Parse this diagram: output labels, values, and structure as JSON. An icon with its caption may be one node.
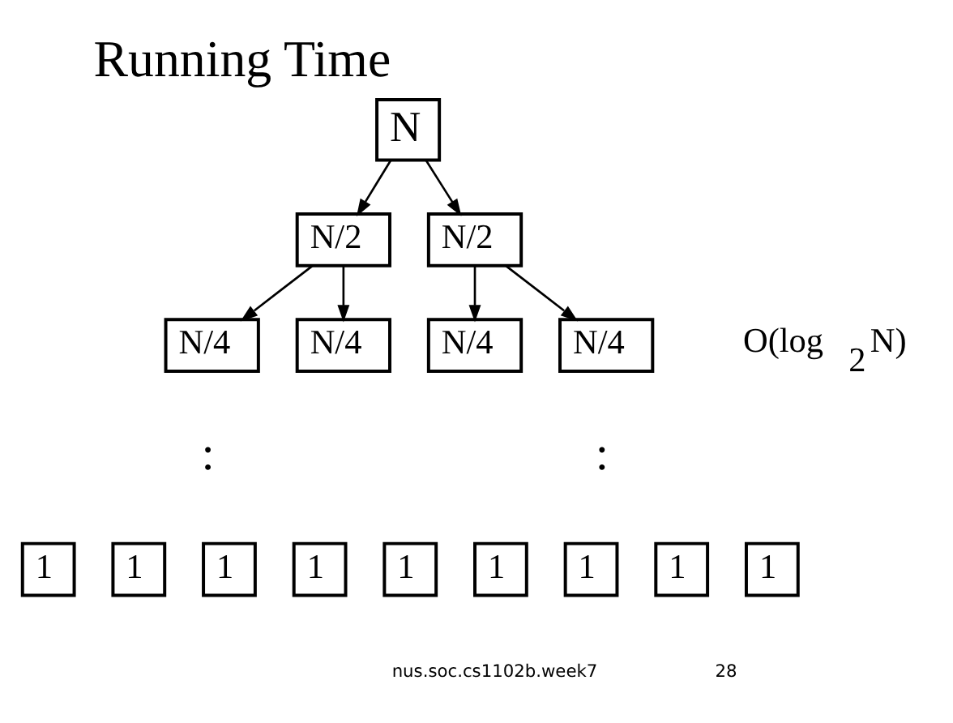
{
  "diagram": {
    "title": "Running Time",
    "nodes": [
      {
        "text": [
          "N"
        ]
      },
      {
        "text": [
          "N/2"
        ]
      },
      {
        "text": [
          "N/2"
        ]
      },
      {
        "text": [
          "N/4"
        ]
      },
      {
        "text": [
          "N/4"
        ]
      },
      {
        "text": [
          "N/4"
        ]
      },
      {
        "text": [
          "N/4"
        ]
      },
      {
        "text": [
          "1"
        ]
      },
      {
        "text": [
          "1"
        ]
      },
      {
        "text": [
          "1"
        ]
      },
      {
        "text": [
          "1"
        ]
      },
      {
        "text": [
          "1"
        ]
      },
      {
        "text": [
          "1"
        ]
      },
      {
        "text": [
          "1"
        ]
      },
      {
        "text": [
          "1"
        ]
      },
      {
        "text": [
          "1"
        ]
      }
    ],
    "edges": [
      {
        "from": 0,
        "to": 1,
        "arrow": "to"
      },
      {
        "from": 0,
        "to": 2,
        "arrow": "to"
      },
      {
        "from": 1,
        "to": 3,
        "arrow": "to"
      },
      {
        "from": 1,
        "to": 4,
        "arrow": "to"
      },
      {
        "from": 2,
        "to": 5,
        "arrow": "to"
      },
      {
        "from": 2,
        "to": 6,
        "arrow": "to"
      }
    ],
    "labels": [
      ":",
      ":",
      "O(log$_{2}$N)",
      "28",
      "nus.soc.cs1102b.week7"
    ]
  }
}
